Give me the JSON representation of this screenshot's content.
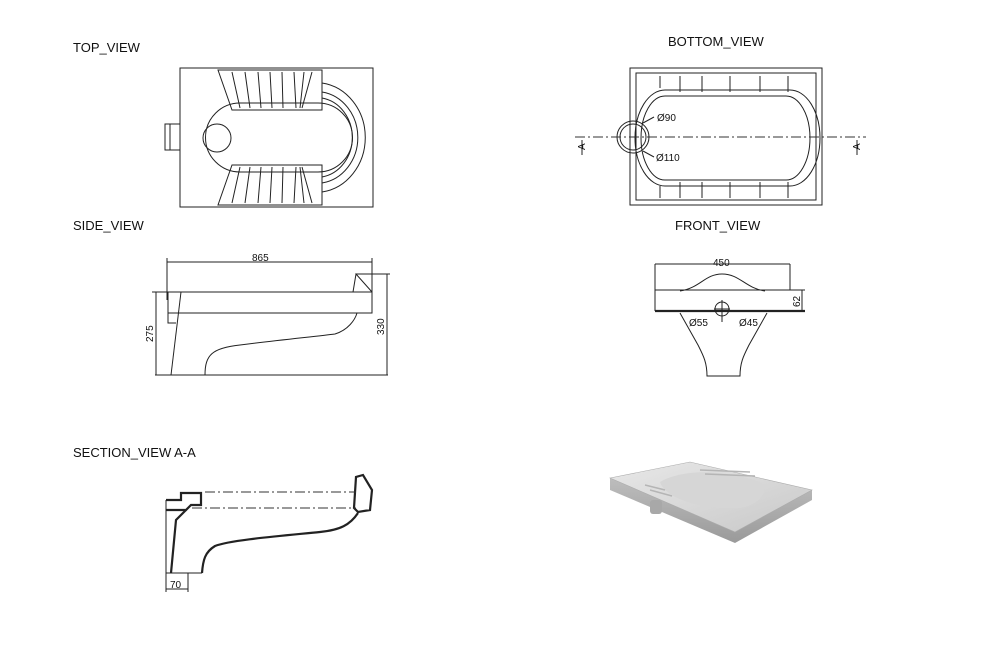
{
  "views": {
    "top": {
      "title": "TOP_VIEW"
    },
    "bottom": {
      "title": "BOTTOM_VIEW",
      "dia_inner": "Ø90",
      "dia_outer": "Ø110",
      "section_mark": "A"
    },
    "side": {
      "title": "SIDE_VIEW",
      "length": "865",
      "height_front": "275",
      "height_total": "330"
    },
    "front": {
      "title": "FRONT_VIEW",
      "width": "450",
      "dia_left": "Ø55",
      "dia_right": "Ø45",
      "depth": "62"
    },
    "section": {
      "title": "SECTION_VIEW  A-A",
      "wall": "70"
    }
  },
  "colors": {
    "line": "#222222",
    "photo_light": "#e4e4e4",
    "photo_dark": "#9a9a9a"
  }
}
